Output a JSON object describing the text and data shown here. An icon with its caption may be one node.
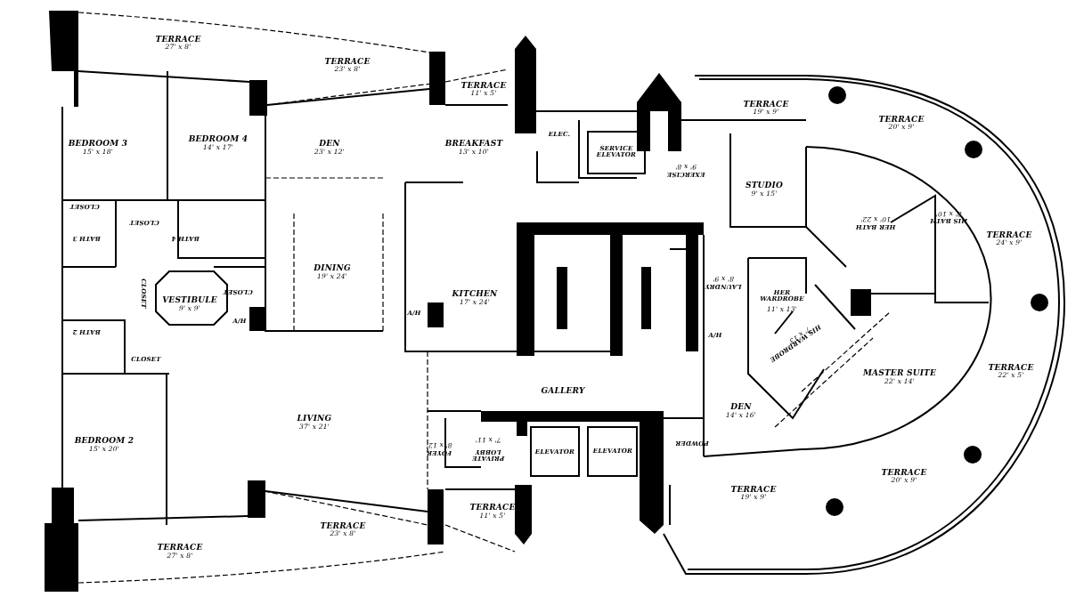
{
  "diagram": {
    "labels": [
      "TERRACE",
      "27' x 8'",
      "TERRACE",
      "23' x 8'",
      "TERRACE",
      "11' x 5'",
      "TERRACE",
      "19' x 9'",
      "TERRACE",
      "20' x 9'",
      "ELEC.",
      "SERVICE ELEVATOR",
      "BEDROOM 3",
      "15' x 18'",
      "BEDROOM 4",
      "14' x 17'",
      "DEN",
      "23' x 12'",
      "BREAKFAST",
      "13' x 10'",
      "EXERCISE",
      "9' x 8'",
      "STUDIO",
      "9' x 15'",
      "CLOSET",
      "CLOSET",
      "BATH 4",
      "HER BATH",
      "10' x 22'",
      "HIS BATH",
      "8' x 10'",
      "TERRACE",
      "24' x 9'",
      "BATH 3",
      "DINING",
      "19' x 24'",
      "LAUNDRY",
      "8' x 9'",
      "CLOSET",
      "CLOSET",
      "HER WARDROBE",
      "11' x 13'",
      "KITCHEN",
      "17' x 24'",
      "VESTIBULE",
      "9' x 9'",
      "A/H",
      "A/H",
      "A/H",
      "BATH 2",
      "HIS WARDROBE",
      "7' x 13'",
      "CLOSET",
      "MASTER SUITE",
      "22' x 14'",
      "TERRACE",
      "22' x 5'",
      "GALLERY",
      "DEN",
      "14' x 16'",
      "LIVING",
      "37' x 21'",
      "BEDROOM 2",
      "15' x 20'",
      "FOYER",
      "8' x 12'",
      "PRIVATE LOBBY",
      "7' x 11'",
      "ELEVATOR",
      "ELEVATOR",
      "POWDER",
      "TERRACE",
      "20' x 9'",
      "TERRACE",
      "19' x 9'",
      "TERRACE",
      "11' x 5'",
      "TERRACE",
      "23' x 8'",
      "TERRACE",
      "27' x 8'"
    ]
  }
}
